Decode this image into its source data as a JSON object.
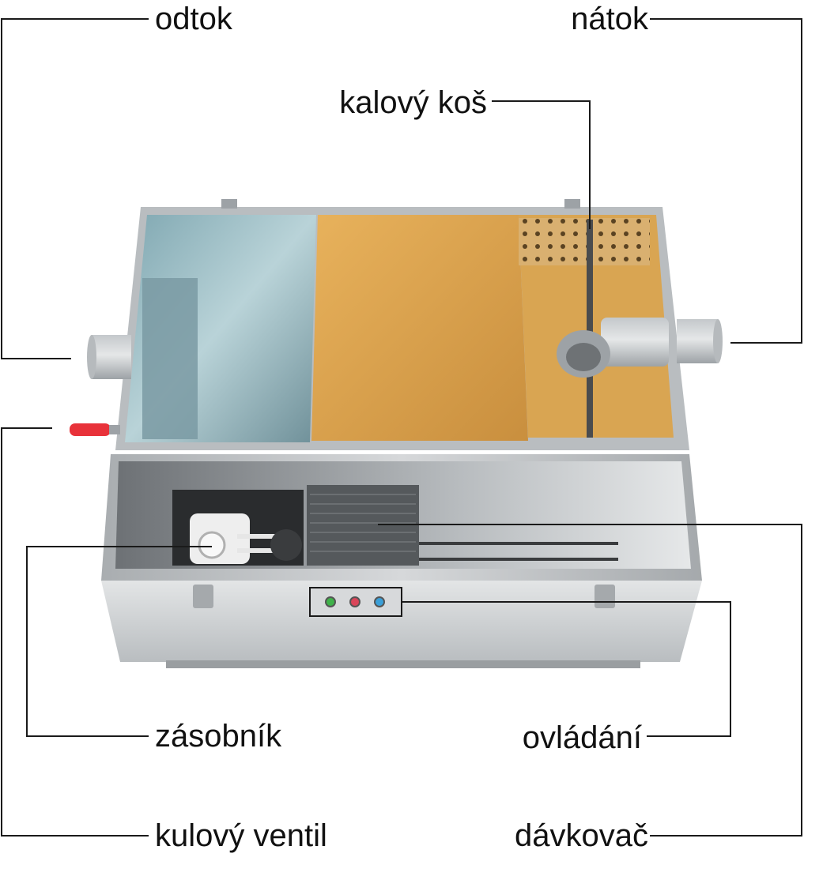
{
  "labels": {
    "odtok": "odtok",
    "natok": "nátok",
    "kalovy_kos": "kalový koš",
    "zasobnik": "zásobník",
    "ovladani": "ovládání",
    "kulovy_ventil": "kulový ventil",
    "davkovac": "dávkovač"
  },
  "colors": {
    "leader_line": "#1a1a1a",
    "stainless_steel": "#c9ccce",
    "grease_water": "#d9a552",
    "clean_water": "#8fb6bf",
    "valve_handle": "#e8323a"
  }
}
